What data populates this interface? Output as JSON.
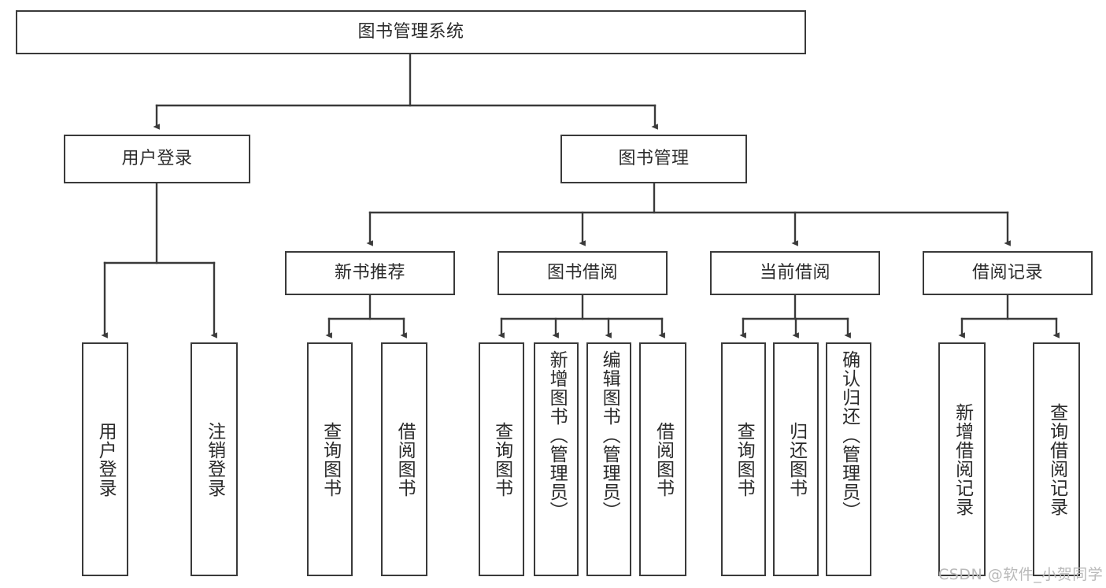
{
  "diagram": {
    "type": "tree",
    "title": "图书管理系统",
    "line_color": "#3a3a3a",
    "box_border_color": "#3a3a3a",
    "box_fill_color": "#ffffff",
    "text_color": "#2b2b2b",
    "background_color": "#ffffff",
    "watermark": "CSDN @软件_小贺同学",
    "watermark_color": "#b9b9b9"
  },
  "nodes": {
    "root": {
      "label": "图书管理系统"
    },
    "level2": [
      {
        "label": "用户登录"
      },
      {
        "label": "图书管理"
      }
    ],
    "level3": [
      {
        "label": "新书推荐"
      },
      {
        "label": "图书借阅"
      },
      {
        "label": "当前借阅"
      },
      {
        "label": "借阅记录"
      }
    ],
    "leaves": {
      "user_login": [
        {
          "label": "用户登录"
        },
        {
          "label": "注销登录"
        }
      ],
      "new_book_recommend": [
        {
          "label": "查询图书"
        },
        {
          "label": "借阅图书"
        }
      ],
      "book_borrow": [
        {
          "label": "查询图书"
        },
        {
          "label": "新增图书（管理员）"
        },
        {
          "label": "编辑图书（管理员）"
        },
        {
          "label": "借阅图书"
        }
      ],
      "current_borrow": [
        {
          "label": "查询图书"
        },
        {
          "label": "归还图书"
        },
        {
          "label": "确认归还（管理员）"
        }
      ],
      "borrow_record": [
        {
          "label": "新增借阅记录"
        },
        {
          "label": "查询借阅记录"
        }
      ]
    }
  }
}
